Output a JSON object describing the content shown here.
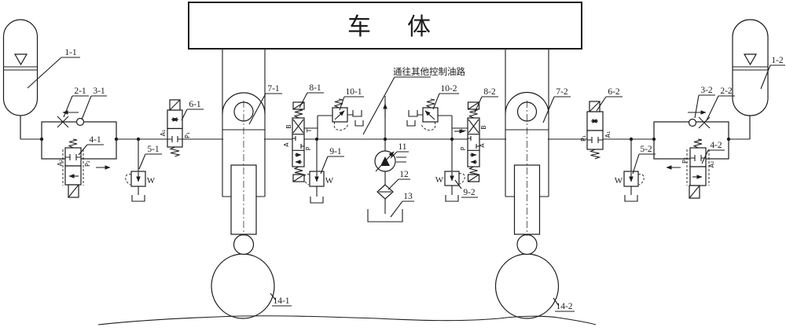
{
  "texts": {
    "body": "车体",
    "note": "通往其他控制油路"
  },
  "labels": {
    "p1_1": "1-1",
    "p2_1": "2-1",
    "p3_1": "3-1",
    "p4_1": "4-1",
    "p5_1": "5-1",
    "p6_1": "6-1",
    "p7_1": "7-1",
    "p8_1": "8-1",
    "p9_1": "9-1",
    "p10_1": "10-1",
    "p11": "11",
    "p12": "12",
    "p13": "13",
    "p14_1": "14-1",
    "p1_2": "1-2",
    "p2_2": "2-2",
    "p3_2": "3-2",
    "p4_2": "4-2",
    "p5_2": "5-2",
    "p6_2": "6-2",
    "p7_2": "7-2",
    "p8_2": "8-2",
    "p9_2": "9-2",
    "p10_2": "10-2",
    "p14_2": "14-2"
  },
  "ports": {
    "a1": "A₁",
    "p1": "P₁",
    "a2": "A₂",
    "p2": "P₂",
    "a": "A",
    "b": "B",
    "p": "P",
    "t": "T",
    "w": "W"
  },
  "colors": {
    "line": "#1c1c1c",
    "background": "#ffffff"
  }
}
